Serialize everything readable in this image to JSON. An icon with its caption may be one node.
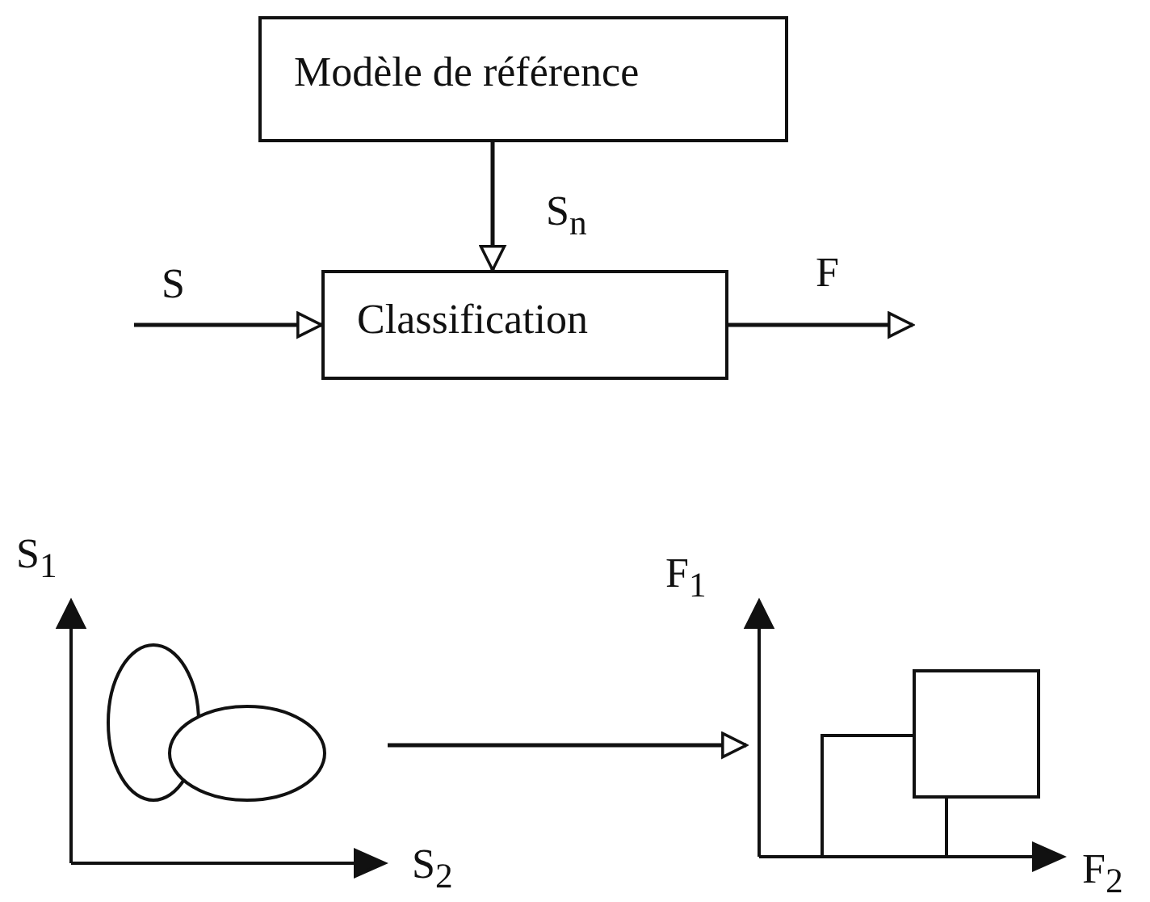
{
  "diagram": {
    "nodes": [
      {
        "text": [
          "Modèle de référence"
        ]
      },
      {
        "text": [
          "Classification"
        ]
      },
      {
        "text": [],
        "shape": "picture"
      },
      {
        "text": [],
        "shape": "picture"
      }
    ],
    "edges": [
      {
        "from": 0,
        "to": 1,
        "arrow": "to",
        "label": "S$_{n}$"
      },
      {
        "from": null,
        "to": 1,
        "arrow": "to",
        "label": "S"
      },
      {
        "from": 1,
        "to": null,
        "arrow": "to",
        "label": "F"
      },
      {
        "from": 2,
        "to": 3,
        "arrow": "to"
      }
    ],
    "labels": [
      "S$_{1}$",
      "S$_{2}$",
      "F$_{1}$",
      "F$_{2}$"
    ]
  }
}
